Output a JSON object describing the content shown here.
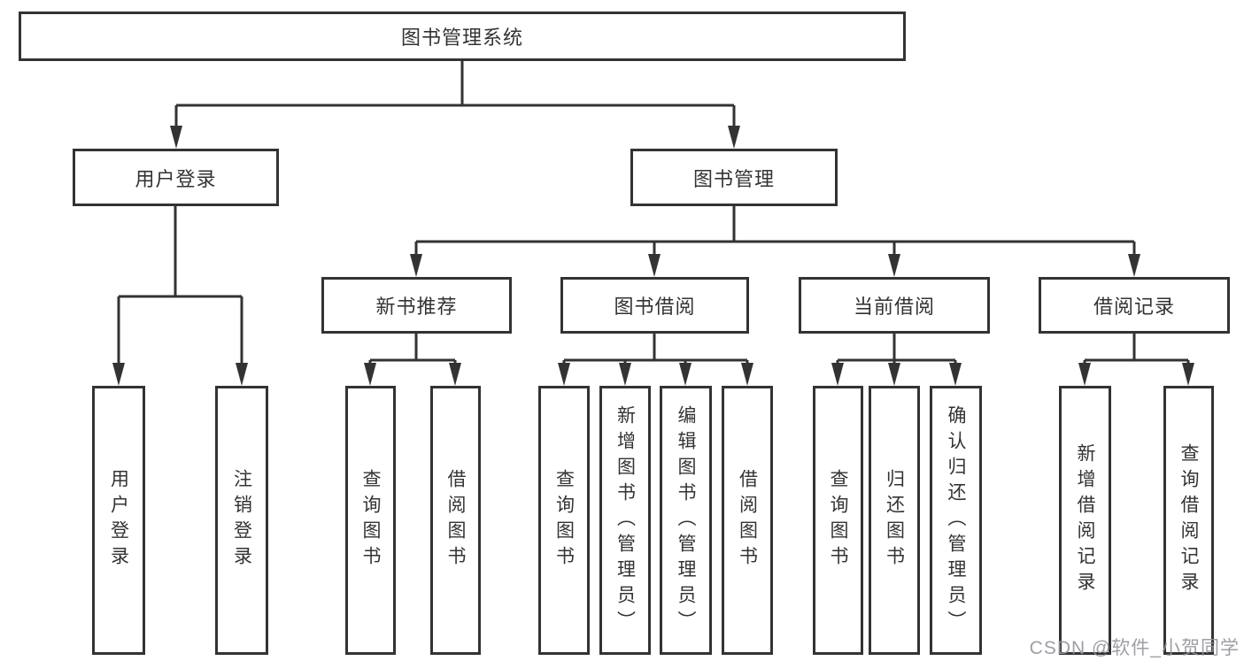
{
  "diagram": {
    "root": {
      "label": "图书管理系统"
    },
    "level2": [
      {
        "label": "用户登录"
      },
      {
        "label": "图书管理"
      }
    ],
    "level3": [
      {
        "label": "新书推荐"
      },
      {
        "label": "图书借阅"
      },
      {
        "label": "当前借阅"
      },
      {
        "label": "借阅记录"
      }
    ],
    "leaves": [
      {
        "label": "用户登录"
      },
      {
        "label": "注销登录"
      },
      {
        "label": "查询图书"
      },
      {
        "label": "借阅图书"
      },
      {
        "label": "查询图书"
      },
      {
        "label": "新增图书（管理员）"
      },
      {
        "label": "编辑图书（管理员）"
      },
      {
        "label": "借阅图书"
      },
      {
        "label": "查询图书"
      },
      {
        "label": "归还图书"
      },
      {
        "label": "确认归还（管理员）"
      },
      {
        "label": "新增借阅记录"
      },
      {
        "label": "查询借阅记录"
      }
    ]
  },
  "watermark": {
    "text": "CSDN @软件_小贺同学"
  },
  "colors": {
    "line": "#333333",
    "text": "#333333",
    "background": "#ffffff",
    "watermark": "#94949b"
  }
}
